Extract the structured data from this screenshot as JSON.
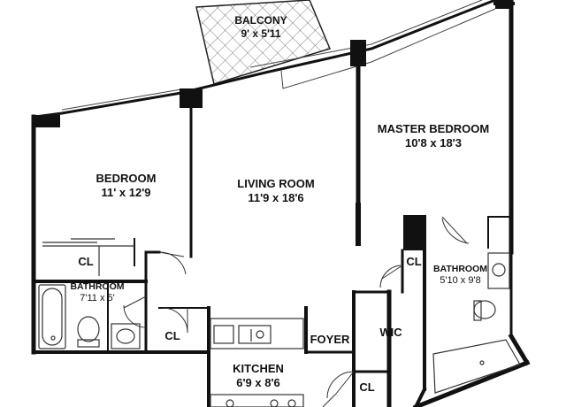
{
  "rooms": {
    "balcony": {
      "name": "BALCONY",
      "dims": "9' x 5'11"
    },
    "master_bedroom": {
      "name": "MASTER BEDROOM",
      "dims": "10'8 x 18'3"
    },
    "bedroom": {
      "name": "BEDROOM",
      "dims": "11' x 12'9"
    },
    "living_room": {
      "name": "LIVING ROOM",
      "dims": "11'9 x 18'6"
    },
    "bathroom_master": {
      "name": "BATHROOM",
      "dims": "5'10 x 9'8"
    },
    "bathroom_second": {
      "name": "BATHROOM",
      "dims": "7'11 x 5'"
    },
    "kitchen": {
      "name": "KITCHEN",
      "dims": "6'9 x 8'6"
    },
    "foyer": {
      "name": "FOYER"
    },
    "wic": {
      "name": "WIC"
    },
    "closet_bedroom": {
      "name": "CL"
    },
    "closet_hall": {
      "name": "CL"
    },
    "closet_bath": {
      "name": "CL"
    },
    "closet_entry": {
      "name": "CL"
    }
  },
  "colors": {
    "wall": "#111111",
    "line": "#333333",
    "hatch": "#555555",
    "background": "#ffffff"
  }
}
